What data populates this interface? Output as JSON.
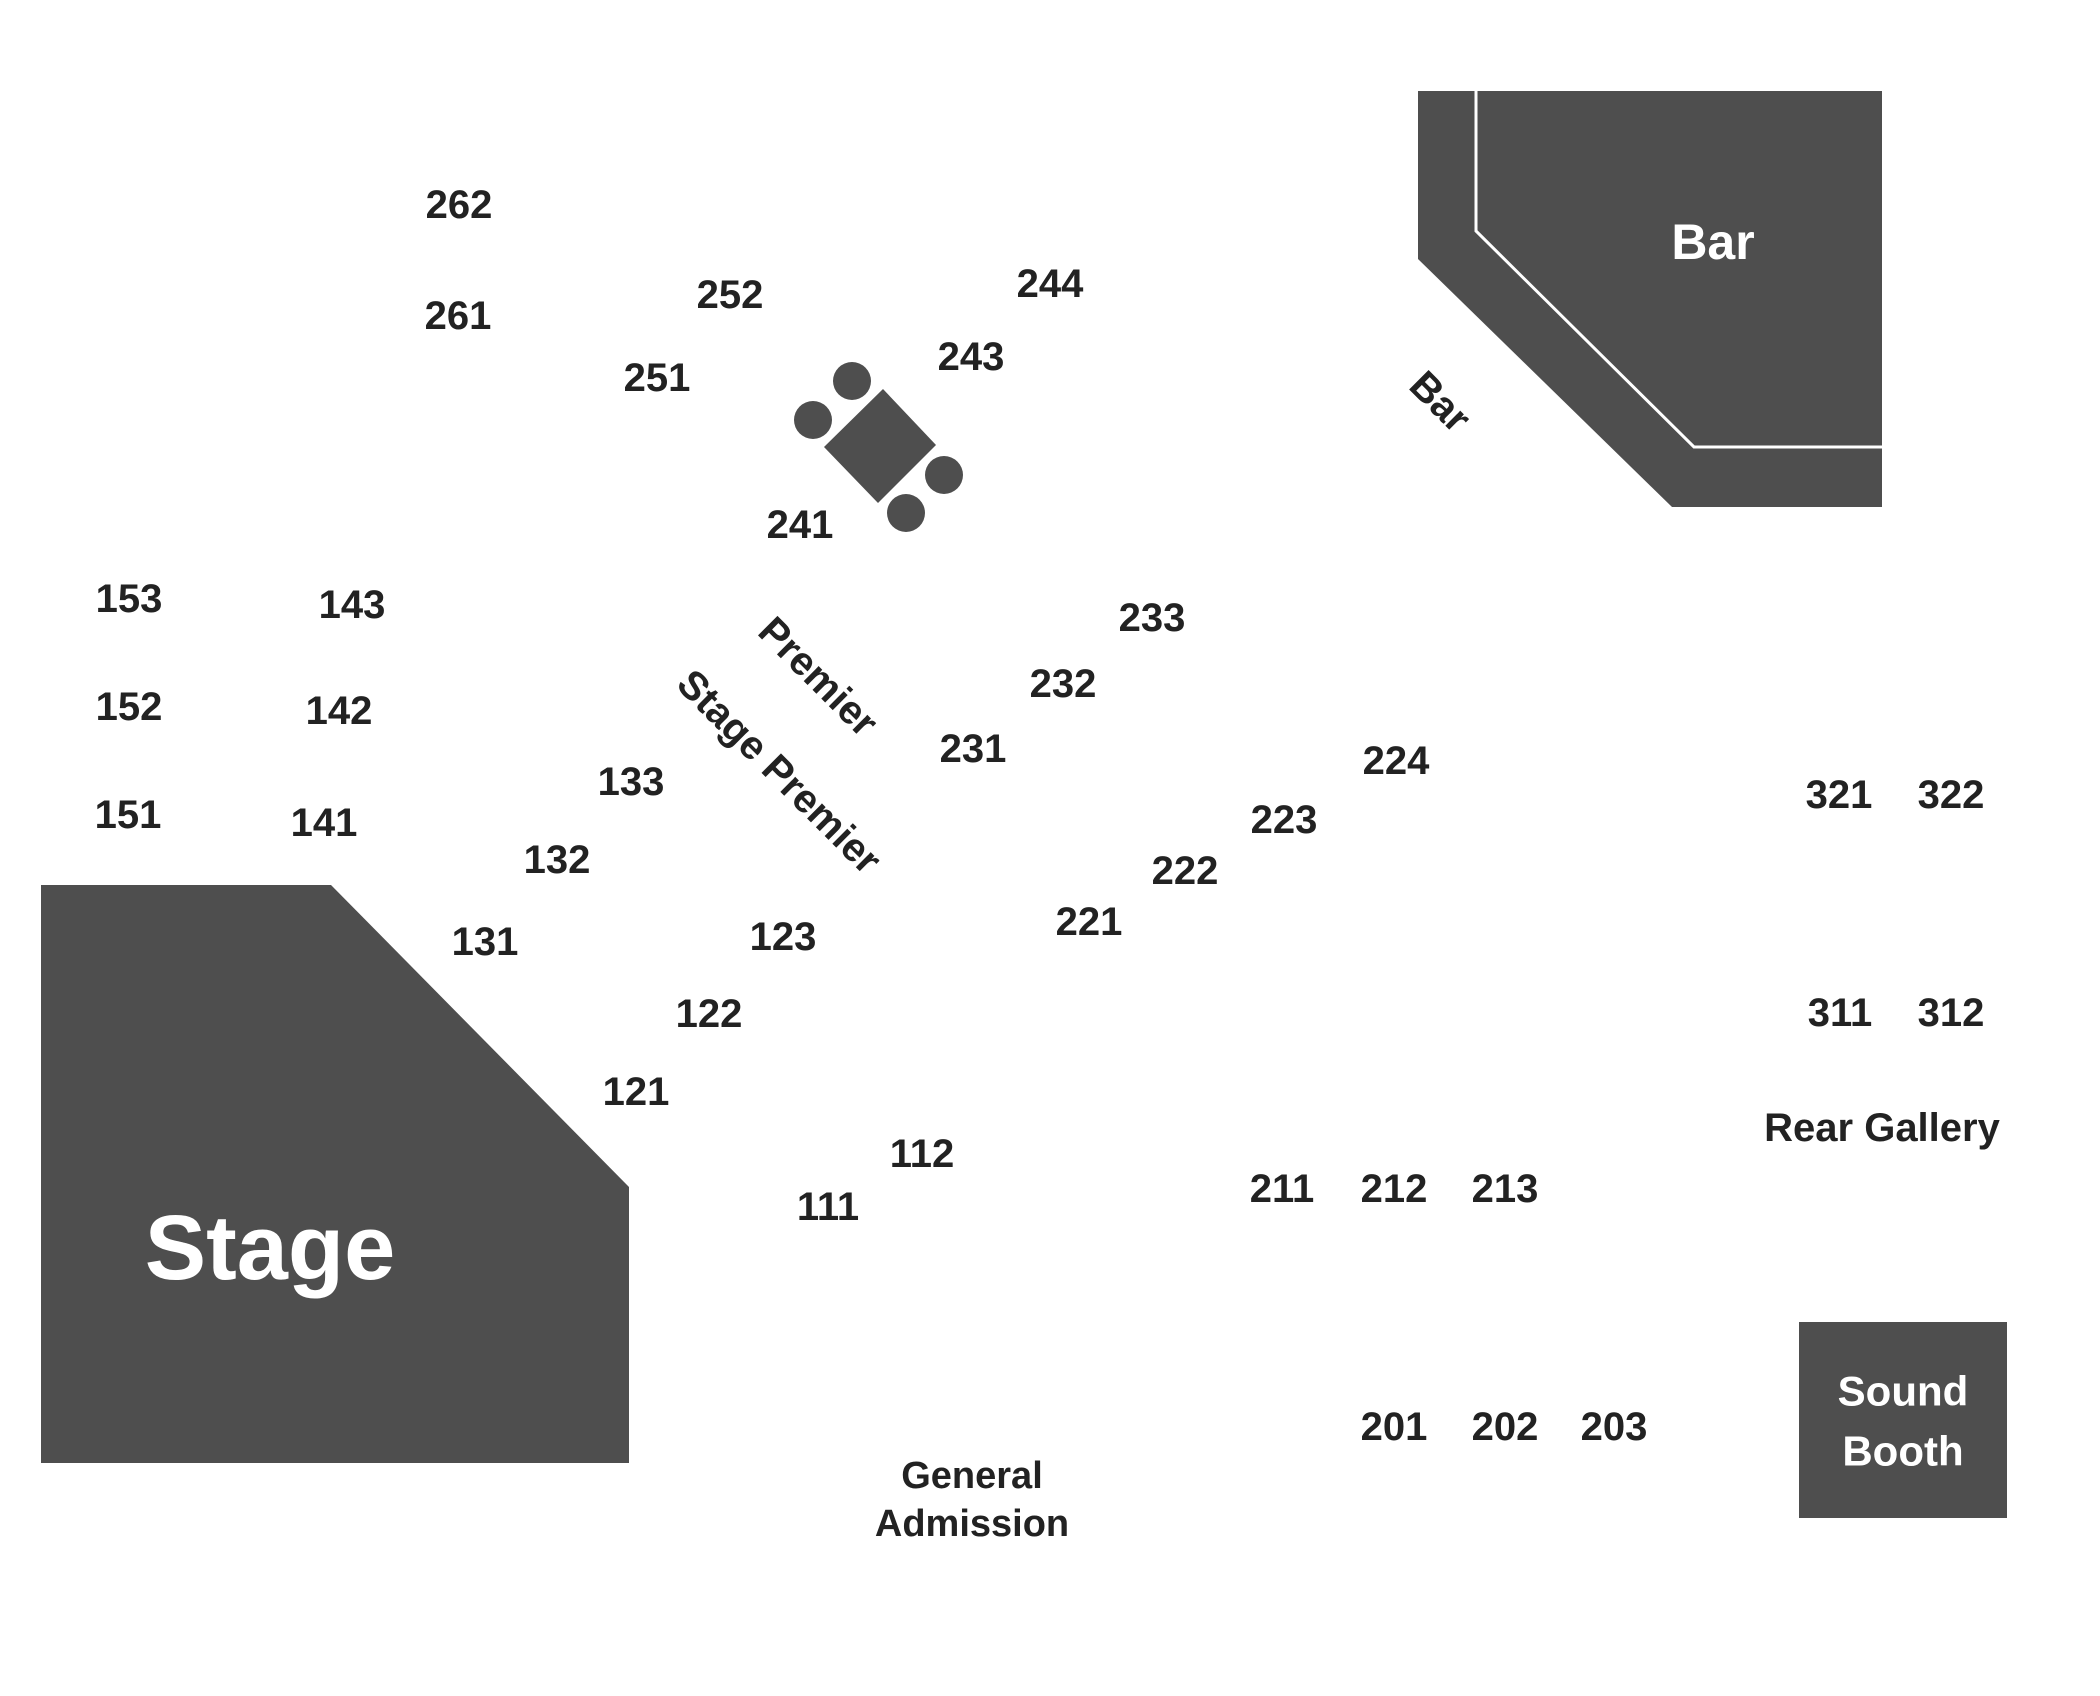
{
  "labels": {
    "stage": "Stage",
    "bar_block": "Bar",
    "bar_rail": "Bar",
    "sound_booth_line1": "Sound",
    "sound_booth_line2": "Booth",
    "rear_gallery": "Rear Gallery",
    "premier": "Premier",
    "stage_premier": "Stage Premier",
    "general_admission_line1": "General",
    "general_admission_line2": "Admission"
  },
  "sections": {
    "s262": "262",
    "s261": "261",
    "s252": "252",
    "s251": "251",
    "s244": "244",
    "s243": "243",
    "s241": "241",
    "s233": "233",
    "s232": "232",
    "s231": "231",
    "s224": "224",
    "s223": "223",
    "s222": "222",
    "s221": "221",
    "s213": "213",
    "s212": "212",
    "s211": "211",
    "s203": "203",
    "s202": "202",
    "s201": "201",
    "s153": "153",
    "s152": "152",
    "s151": "151",
    "s143": "143",
    "s142": "142",
    "s141": "141",
    "s133": "133",
    "s132": "132",
    "s131": "131",
    "s123": "123",
    "s122": "122",
    "s121": "121",
    "s112": "112",
    "s111": "111",
    "s322": "322",
    "s321": "321",
    "s312": "312",
    "s311": "311"
  },
  "colors": {
    "block_fill": "#4e4e4e",
    "label_text": "#222222",
    "block_text": "#ffffff",
    "background": "#ffffff"
  }
}
